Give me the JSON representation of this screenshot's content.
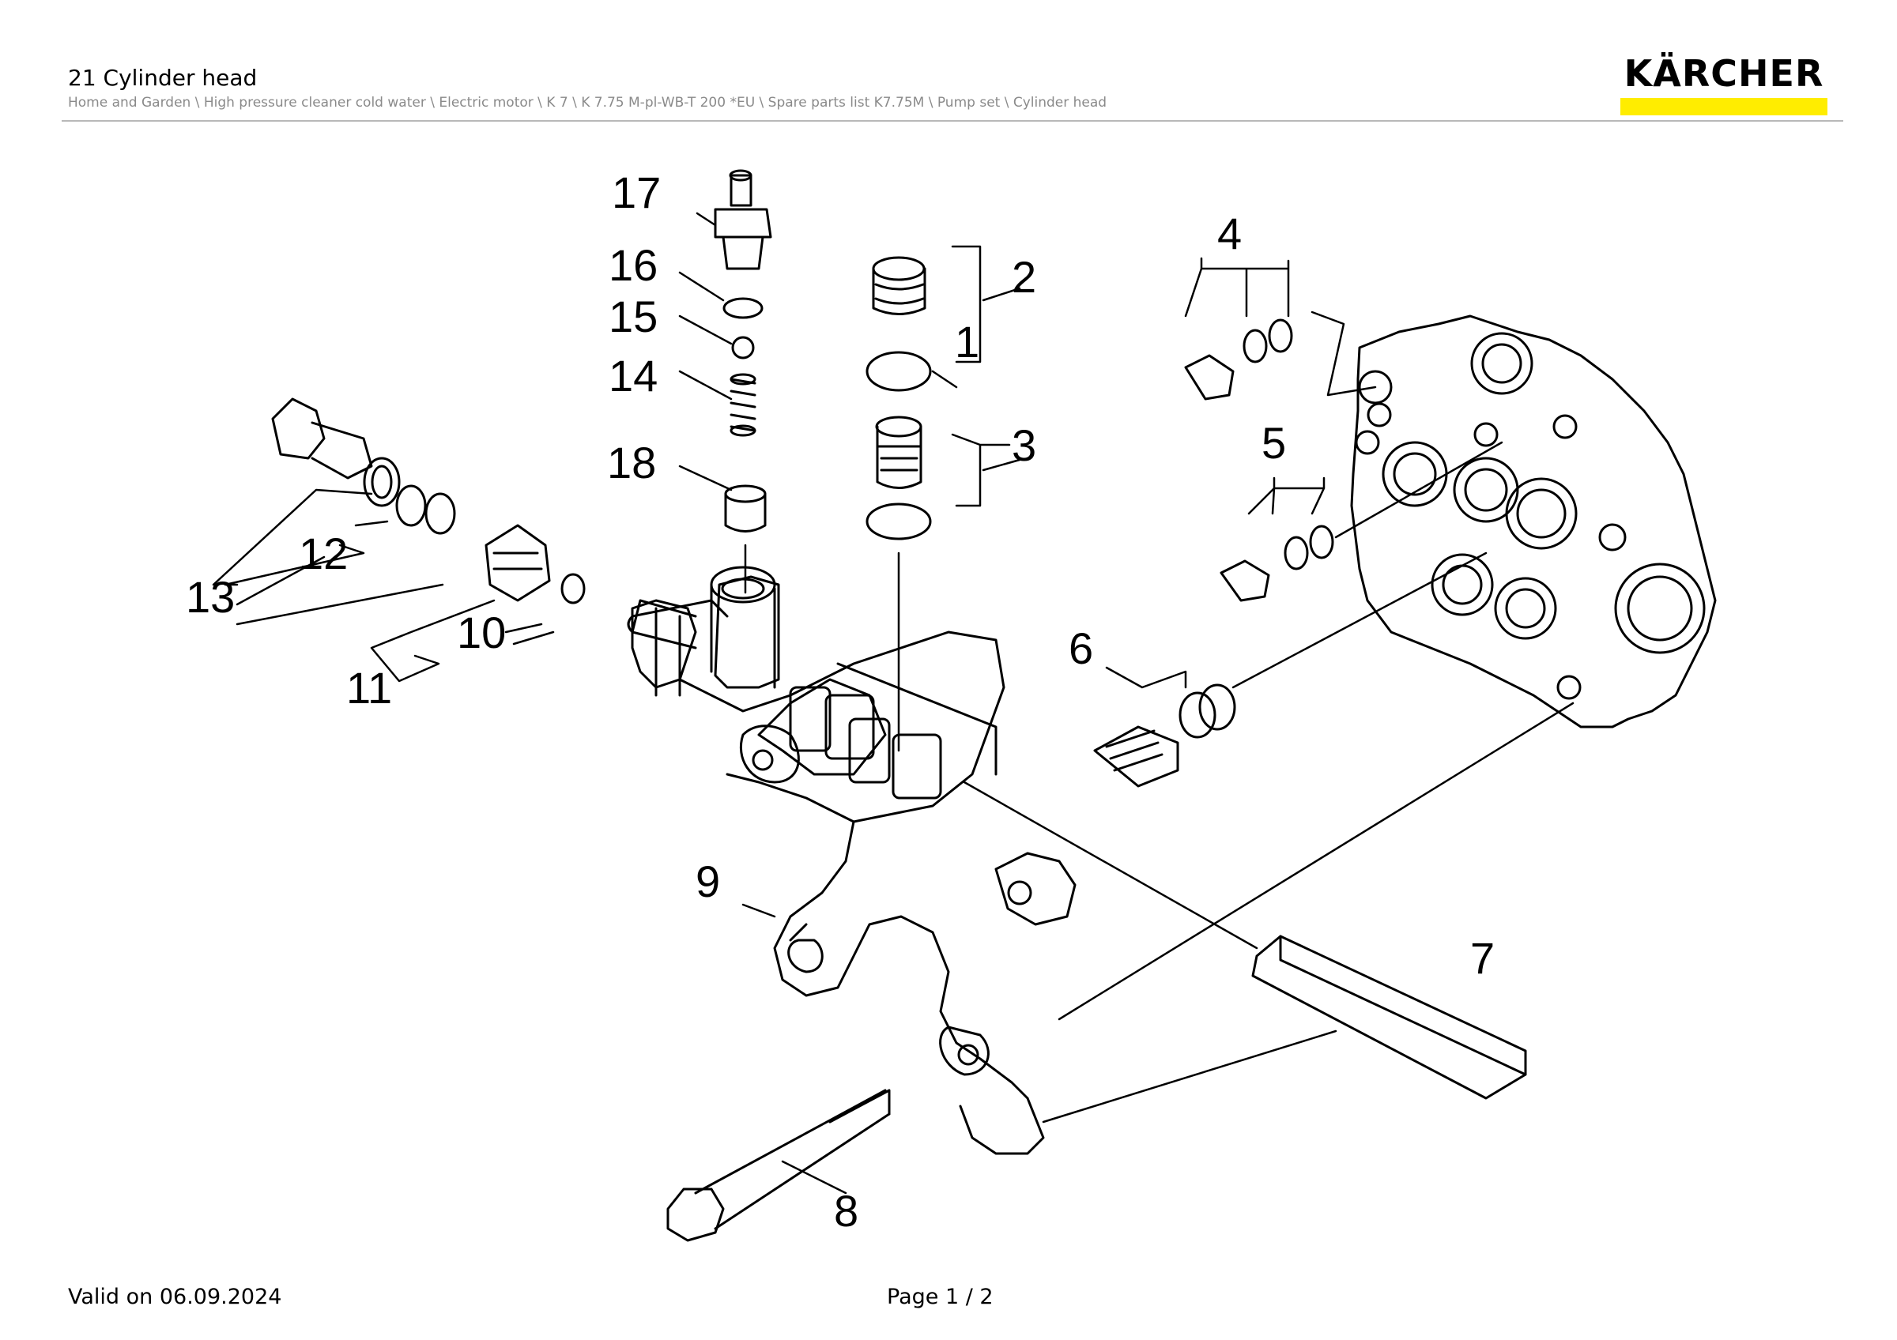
{
  "header": {
    "title": "21 Cylinder head",
    "breadcrumb": "Home and Garden \\ High pressure cleaner cold water \\ Electric motor \\ K 7 \\ K 7.75 M-pl-WB-T 200 *EU \\ Spare parts list K7.75M \\ Pump set \\ Cylinder head"
  },
  "logo": {
    "text": "KÄRCHER",
    "brand_yellow": "#ffed00"
  },
  "diagram": {
    "callouts": [
      "1",
      "2",
      "3",
      "4",
      "5",
      "6",
      "7",
      "8",
      "9",
      "10",
      "11",
      "12",
      "13",
      "14",
      "15",
      "16",
      "17",
      "18"
    ]
  },
  "footer": {
    "valid": "Valid on 06.09.2024",
    "page": "Page 1 / 2"
  }
}
